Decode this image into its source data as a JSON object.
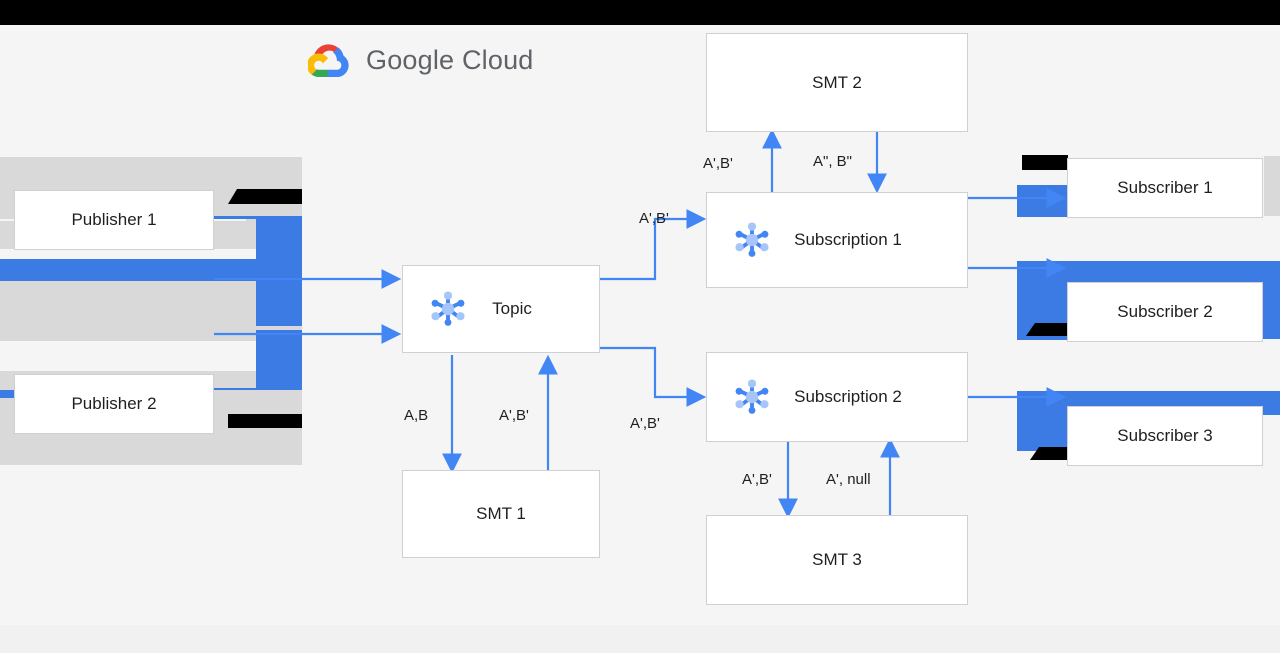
{
  "page": {
    "background": "#f5f5f5",
    "accent_blue": "#4285f4",
    "edge_blue": "#3c7ae4",
    "box_border": "#d0d0d0"
  },
  "brand": {
    "logo_icon": "google-cloud-logo-icon",
    "word_google": "Google",
    "word_cloud": "Cloud"
  },
  "nodes": [
    {
      "id": "publisher-1",
      "label": "Publisher 1",
      "icon": null
    },
    {
      "id": "publisher-2",
      "label": "Publisher 2",
      "icon": null
    },
    {
      "id": "topic",
      "label": "Topic",
      "icon": "pubsub-icon"
    },
    {
      "id": "smt-1",
      "label": "SMT 1",
      "icon": null
    },
    {
      "id": "smt-2",
      "label": "SMT 2",
      "icon": null
    },
    {
      "id": "smt-3",
      "label": "SMT 3",
      "icon": null
    },
    {
      "id": "subscription-1",
      "label": "Subscription 1",
      "icon": "pubsub-icon"
    },
    {
      "id": "subscription-2",
      "label": "Subscription 2",
      "icon": "pubsub-icon"
    },
    {
      "id": "subscriber-1",
      "label": "Subscriber 1",
      "icon": null
    },
    {
      "id": "subscriber-2",
      "label": "Subscriber 2",
      "icon": null
    },
    {
      "id": "subscriber-3",
      "label": "Subscriber 3",
      "icon": null
    }
  ],
  "edge_labels": {
    "topic_to_smt1": "A,B",
    "smt1_to_topic": "A',B'",
    "topic_to_sub1": "A',B'",
    "topic_to_sub2": "A',B'",
    "sub1_to_smt2": "A',B'",
    "smt2_to_sub1": "A\", B\"",
    "sub2_to_smt3": "A',B'",
    "smt3_to_sub2": "A', null"
  }
}
